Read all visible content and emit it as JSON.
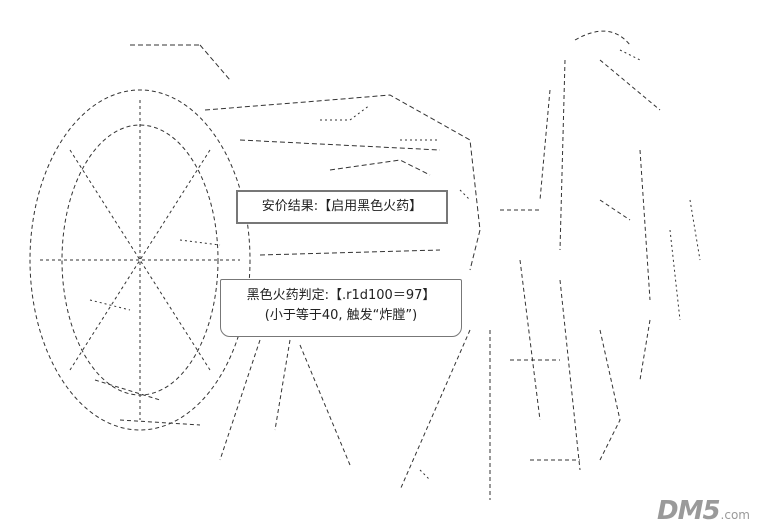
{
  "top_box": {
    "text": "安价结果:【启用黑色火药】"
  },
  "bottom_box": {
    "line1": "黑色火药判定:【.r1d100＝97】",
    "line2": "(小于等于40, 触发“炸膛”)"
  },
  "watermark": {
    "logo": "DM5",
    "domain": ".com"
  },
  "colors": {
    "ink": "#333333",
    "box_border": "#777777",
    "watermark": "#9a9a9a"
  }
}
